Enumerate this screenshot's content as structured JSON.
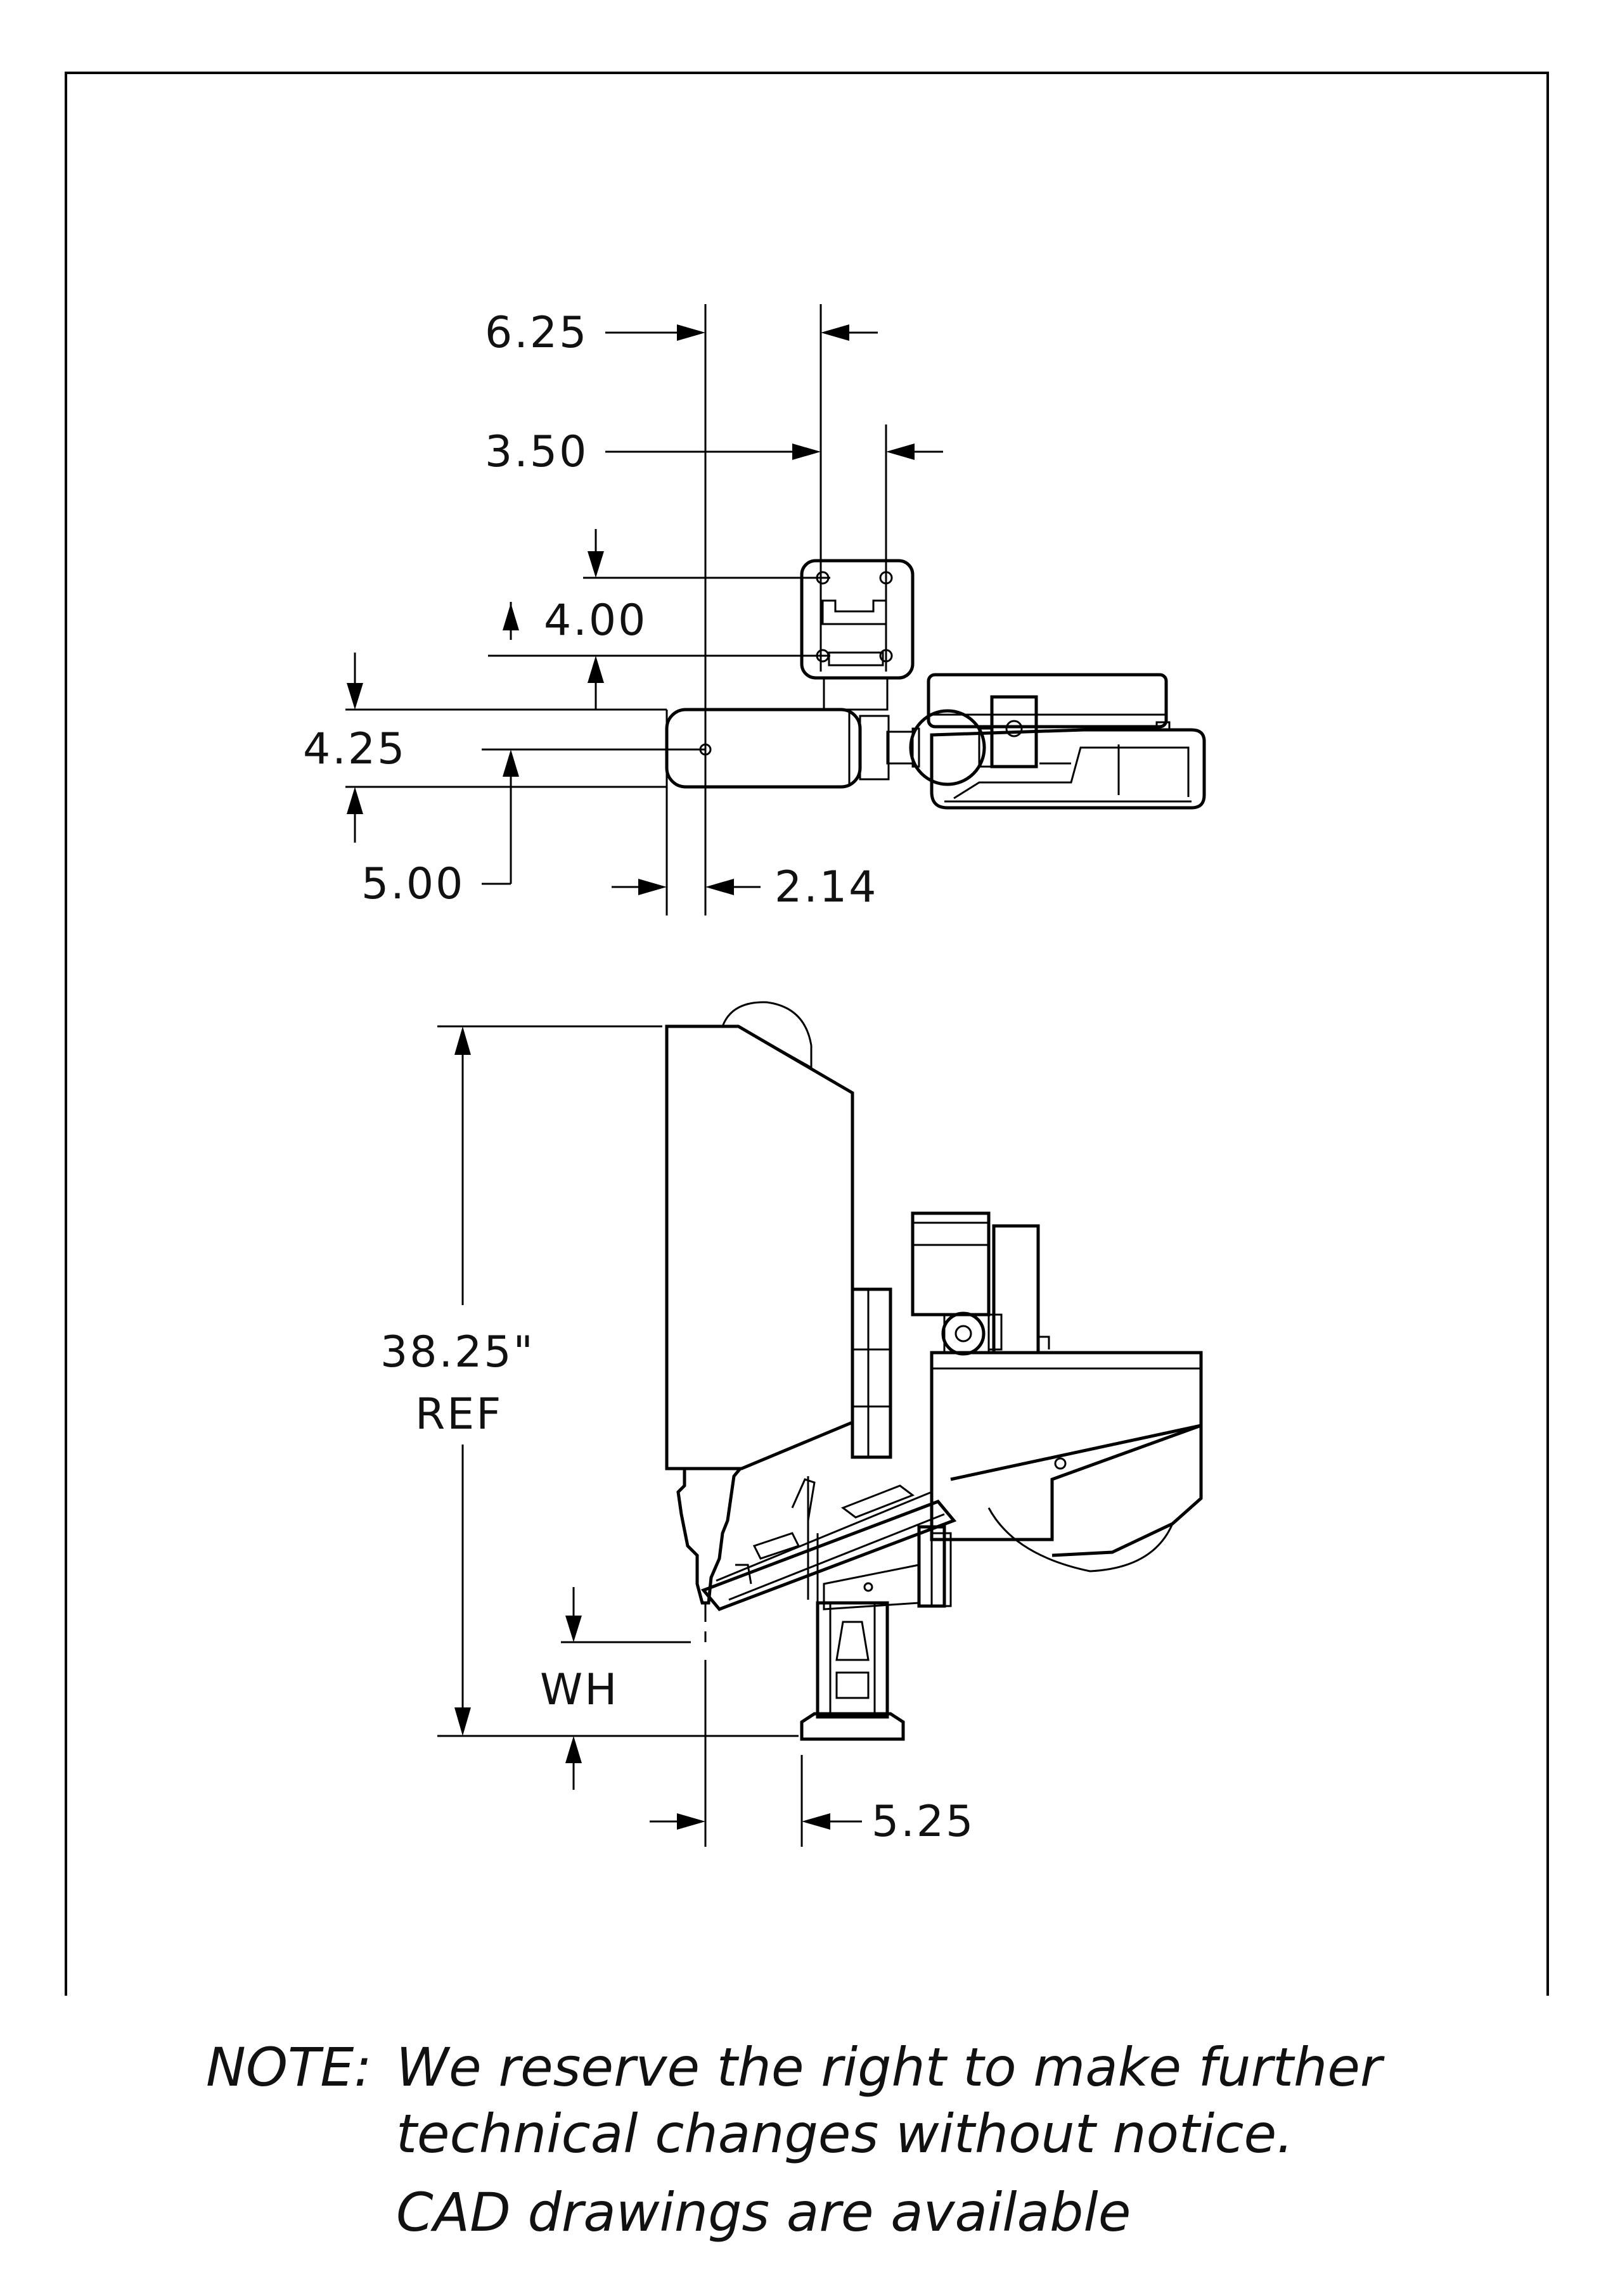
{
  "dimensions": {
    "d_6_25": "6.25",
    "d_3_50": "3.50",
    "d_4_00": "4.00",
    "d_4_25": "4.25",
    "d_5_00": "5.00",
    "d_2_14": "2.14",
    "d_38_25": "38.25\"",
    "d_ref": "REF",
    "d_wh": "WH",
    "d_5_25": "5.25"
  },
  "note": {
    "label": "NOTE:",
    "line1": "We reserve the right to make further",
    "line2": "technical changes without notice.",
    "line3": "CAD drawings are available"
  }
}
